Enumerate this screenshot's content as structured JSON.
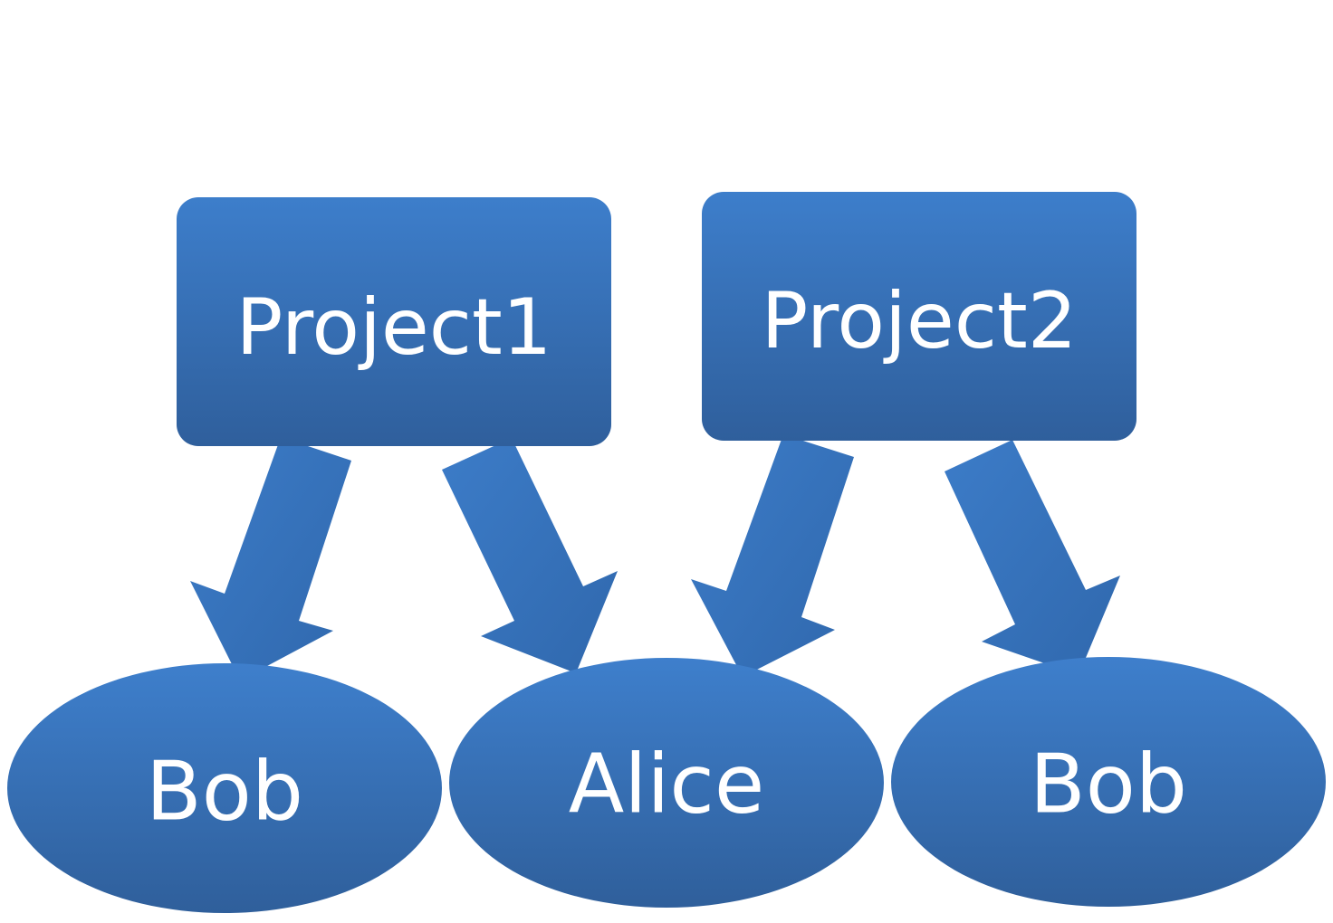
{
  "diagram": {
    "projects": [
      {
        "label": "Project1"
      },
      {
        "label": "Project2"
      }
    ],
    "people": [
      {
        "label": "Bob"
      },
      {
        "label": "Alice"
      },
      {
        "label": "Bob"
      }
    ],
    "edges": [
      {
        "from": "Project1",
        "to": "Bob (left)"
      },
      {
        "from": "Project1",
        "to": "Alice"
      },
      {
        "from": "Project2",
        "to": "Alice"
      },
      {
        "from": "Project2",
        "to": "Bob (right)"
      }
    ]
  },
  "colors": {
    "shape_top": "#3d7ecb",
    "shape_bottom": "#2f5f9c",
    "text": "#ffffff",
    "background": "#ffffff"
  }
}
